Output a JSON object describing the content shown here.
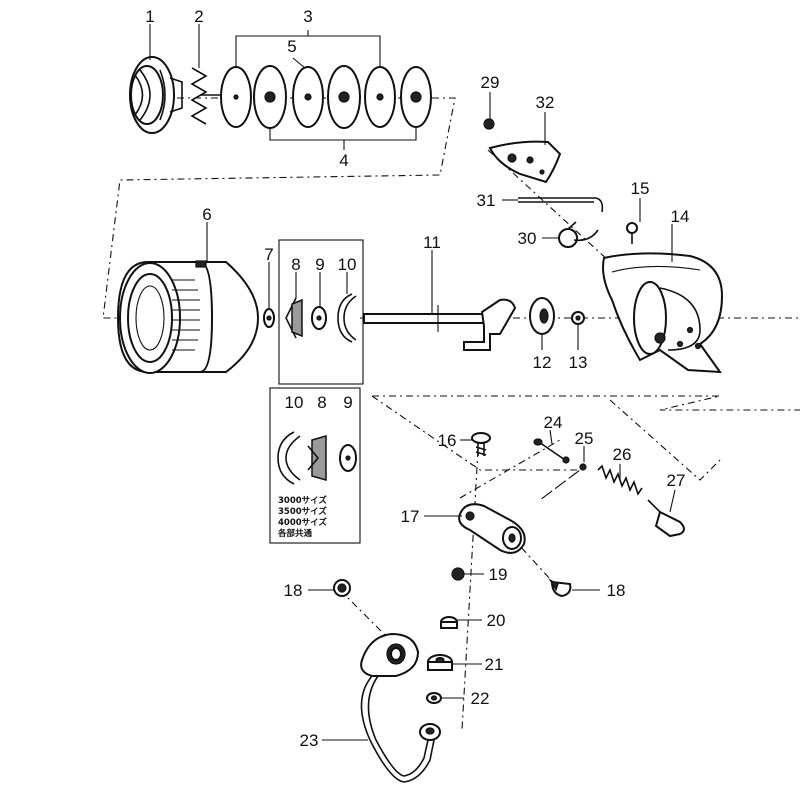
{
  "labels": {
    "p1": "1",
    "p2": "2",
    "p3": "3",
    "p4": "4",
    "p5": "5",
    "p6": "6",
    "p7": "7",
    "p8": "8",
    "p9": "9",
    "p10": "10",
    "p11": "11",
    "p12": "12",
    "p13": "13",
    "p14": "14",
    "p15": "15",
    "p16": "16",
    "p17": "17",
    "p18a": "18",
    "p18b": "18",
    "p19": "19",
    "p20": "20",
    "p21": "21",
    "p22": "22",
    "p23": "23",
    "p24": "24",
    "p25": "25",
    "p26": "26",
    "p27": "27",
    "p29": "29",
    "p30": "30",
    "p31": "31",
    "p32": "32",
    "inset10": "10",
    "inset8": "8",
    "inset9": "9"
  },
  "inset_note": [
    "3000サイズ",
    "3500サイズ",
    "4000サイズ",
    "各部共通"
  ]
}
